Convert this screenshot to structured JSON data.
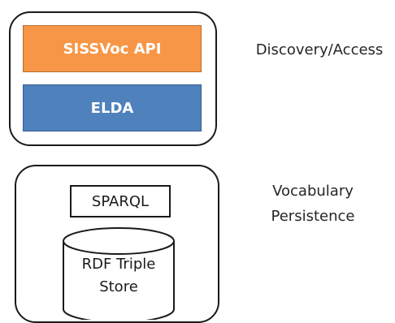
{
  "discovery_group": {
    "top_layer": "SISSVoc API",
    "bottom_layer": "ELDA",
    "label": "Discovery/Access",
    "top_layer_color": "#f79646",
    "bottom_layer_color": "#4f81bd"
  },
  "persistence_group": {
    "query_box": "SPARQL",
    "store_line1": "RDF Triple",
    "store_line2": "Store",
    "label_line1": "Vocabulary",
    "label_line2": "Persistence"
  }
}
